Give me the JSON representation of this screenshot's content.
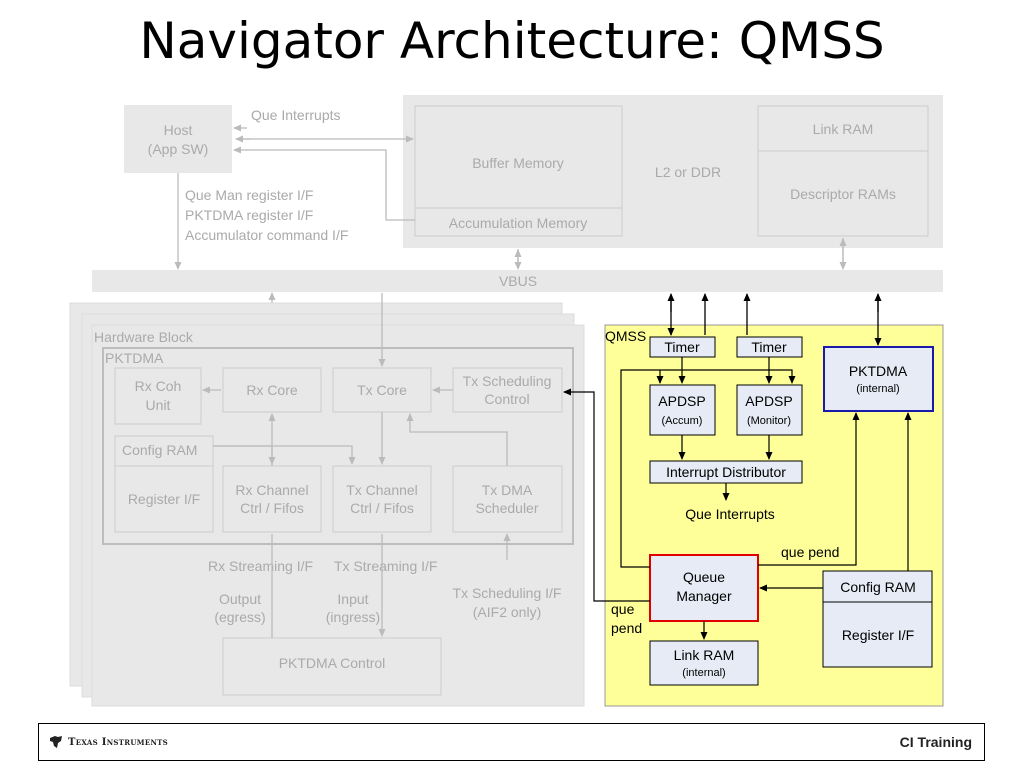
{
  "slide": {
    "title": "Navigator Architecture: QMSS",
    "footer_brand": "Texas Instruments",
    "footer_right": "CI Training"
  },
  "labels": {
    "host_l1": "Host",
    "host_l2": "(App SW)",
    "que_interrupts_top": "Que Interrupts",
    "host_if_1": "Que Man register I/F",
    "host_if_2": "PKTDMA register I/F",
    "host_if_3": "Accumulator command I/F",
    "buffer_memory": "Buffer Memory",
    "accum_memory": "Accumulation Memory",
    "l2_ddr": "L2 or DDR",
    "link_ram_ext": "Link RAM",
    "descriptor_rams": "Descriptor RAMs",
    "vbus": "VBUS",
    "hardware_block": "Hardware Block",
    "pktdma": "PKTDMA",
    "rx_coh_l1": "Rx Coh",
    "rx_coh_l2": "Unit",
    "rx_core": "Rx Core",
    "tx_core": "Tx Core",
    "tx_sched_l1": "Tx Scheduling",
    "tx_sched_l2": "Control",
    "config_ram_hw": "Config RAM",
    "register_if_hw": "Register I/F",
    "rx_chan_l1": "Rx Channel",
    "rx_chan_l2": "Ctrl / Fifos",
    "tx_chan_l1": "Tx Channel",
    "tx_chan_l2": "Ctrl / Fifos",
    "tx_dma_l1": "Tx DMA",
    "tx_dma_l2": "Scheduler",
    "rx_stream": "Rx Streaming I/F",
    "tx_stream": "Tx Streaming I/F",
    "tx_sched_if_l1": "Tx Scheduling I/F",
    "tx_sched_if_l2": "(AIF2 only)",
    "output_l1": "Output",
    "output_l2": "(egress)",
    "input_l1": "Input",
    "input_l2": "(ingress)",
    "pktdma_control": "PKTDMA Control",
    "qmss": "QMSS",
    "timer1": "Timer",
    "timer2": "Timer",
    "apdsp1_l1": "APDSP",
    "apdsp1_l2": "(Accum)",
    "apdsp2_l1": "APDSP",
    "apdsp2_l2": "(Monitor)",
    "pktdma_int_l1": "PKTDMA",
    "pktdma_int_l2": "(internal)",
    "interrupt_distributor": "Interrupt Distributor",
    "que_interrupts_q": "Que Interrupts",
    "que_pend_1": "que pend",
    "qm_l1": "Queue",
    "qm_l2": "Manager",
    "config_ram_q": "Config RAM",
    "register_if_q": "Register I/F",
    "que_pend_2_l1": "que",
    "que_pend_2_l2": "pend",
    "link_ram_int_l1": "Link RAM",
    "link_ram_int_l2": "(internal)"
  },
  "colors": {
    "qmss_background": "#ffff99",
    "box_fill": "#e6ebf5",
    "queue_manager_border": "#e00000",
    "pktdma_internal_border": "#1a1aaa",
    "faded_gray": "#e8e8e8",
    "faded_text": "#aaaaaa"
  }
}
